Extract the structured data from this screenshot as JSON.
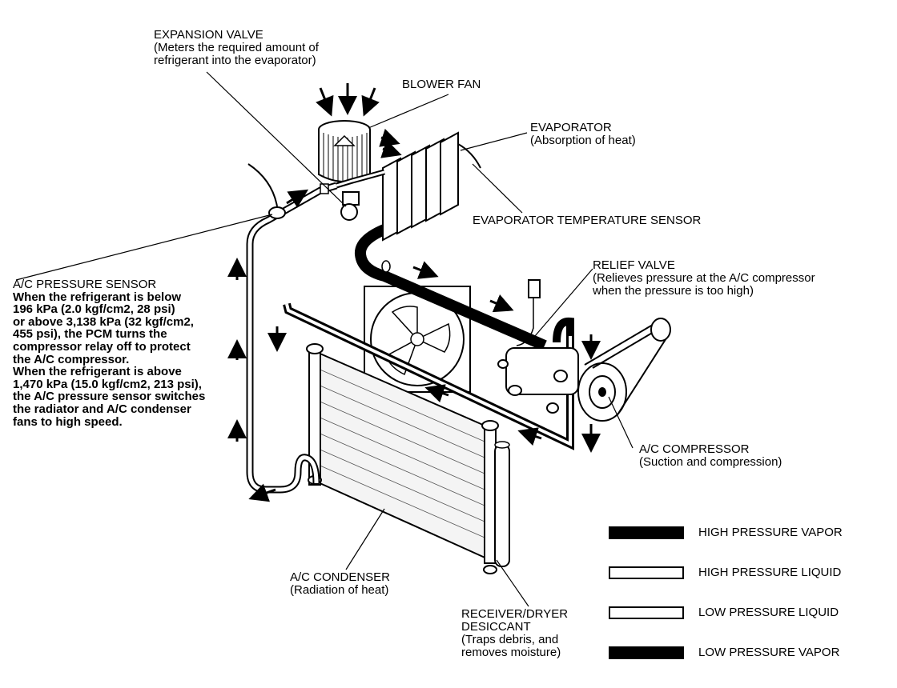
{
  "labels": {
    "expansion_valve": {
      "title": "EXPANSION VALVE",
      "desc": [
        "(Meters the required amount of",
        "refrigerant into the evaporator)"
      ]
    },
    "blower_fan": {
      "title": "BLOWER FAN"
    },
    "evaporator": {
      "title": "EVAPORATOR",
      "desc": [
        "(Absorption of heat)"
      ]
    },
    "evaporator_temp_sensor": {
      "title": "EVAPORATOR TEMPERATURE SENSOR"
    },
    "relief_valve": {
      "title": "RELIEF VALVE",
      "desc": [
        "(Relieves pressure at the A/C compressor",
        "when the pressure is too high)"
      ]
    },
    "ac_pressure_sensor": {
      "title": "A/C PRESSURE SENSOR",
      "desc": [
        "When the refrigerant is below",
        "196 kPa (2.0 kgf/cm2, 28 psi)",
        "or above 3,138 kPa (32 kgf/cm2,",
        "455 psi), the PCM turns the",
        "compressor relay off to protect",
        "the A/C compressor.",
        "When the refrigerant is above",
        "1,470 kPa (15.0 kgf/cm2, 213 psi),",
        "the A/C pressure sensor switches",
        "the radiator and A/C condenser",
        "fans to high speed."
      ]
    },
    "ac_compressor": {
      "title": "A/C COMPRESSOR",
      "desc": [
        "(Suction and compression)"
      ]
    },
    "ac_condenser": {
      "title": "A/C CONDENSER",
      "desc": [
        "(Radiation of heat)"
      ]
    },
    "receiver_dryer": {
      "title": "RECEIVER/DRYER",
      "desc": [
        "DESICCANT",
        "(Traps debris, and",
        "removes moisture)"
      ]
    }
  },
  "legend": [
    {
      "label": "HIGH PRESSURE VAPOR",
      "fill": "#000000"
    },
    {
      "label": "HIGH PRESSURE LIQUID",
      "fill": "#ffffff"
    },
    {
      "label": "LOW PRESSURE LIQUID",
      "fill": "#ffffff"
    },
    {
      "label": "LOW PRESSURE VAPOR",
      "fill": "#000000"
    }
  ]
}
